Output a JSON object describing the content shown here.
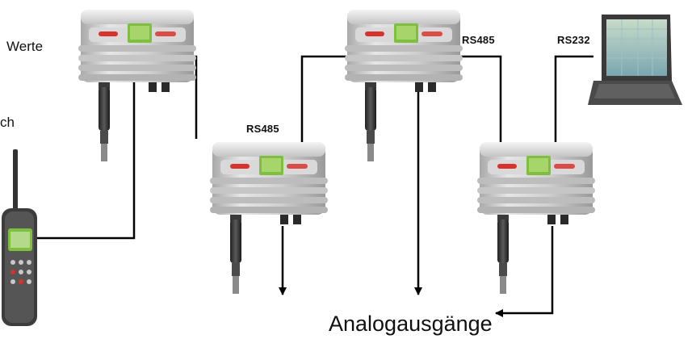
{
  "side_texts": [
    "Werte",
    "ch"
  ],
  "bus_labels": {
    "rs485_a": "RS485",
    "rs485_b": "RS485",
    "rs232": "RS232"
  },
  "analog_outputs_label": "Analogausgänge",
  "devices": {
    "transmitters": [
      "transmitter-1",
      "transmitter-2",
      "transmitter-3",
      "transmitter-4"
    ],
    "handheld": "handheld-meter",
    "computer": "laptop"
  },
  "colors": {
    "housing": "#c9c9c9",
    "display": "#7fbf3f",
    "led_red": "#d8322d",
    "wire": "#000000"
  }
}
